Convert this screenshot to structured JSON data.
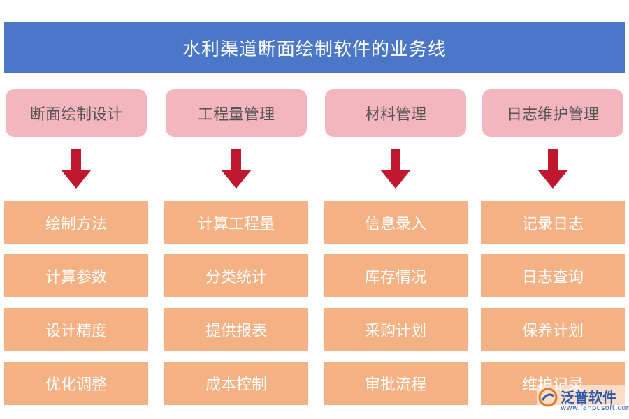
{
  "title": "水利渠道断面绘制软件的业务线",
  "colors": {
    "title_bg": "#4a77c8",
    "category_bg": "#f3b6bf",
    "item_bg": "#f4b183",
    "arrow": "#c0182e"
  },
  "columns": [
    {
      "category": "断面绘制设计",
      "items": [
        "绘制方法",
        "计算参数",
        "设计精度",
        "优化调整"
      ]
    },
    {
      "category": "工程量管理",
      "items": [
        "计算工程量",
        "分类统计",
        "提供报表",
        "成本控制"
      ]
    },
    {
      "category": "材料管理",
      "items": [
        "信息录入",
        "库存情况",
        "采购计划",
        "审批流程"
      ]
    },
    {
      "category": "日志维护管理",
      "items": [
        "记录日志",
        "日志查询",
        "保养计划",
        "维护记录"
      ]
    }
  ],
  "watermark": {
    "name": "泛普软件",
    "url": "www.fanpusoft.com"
  }
}
